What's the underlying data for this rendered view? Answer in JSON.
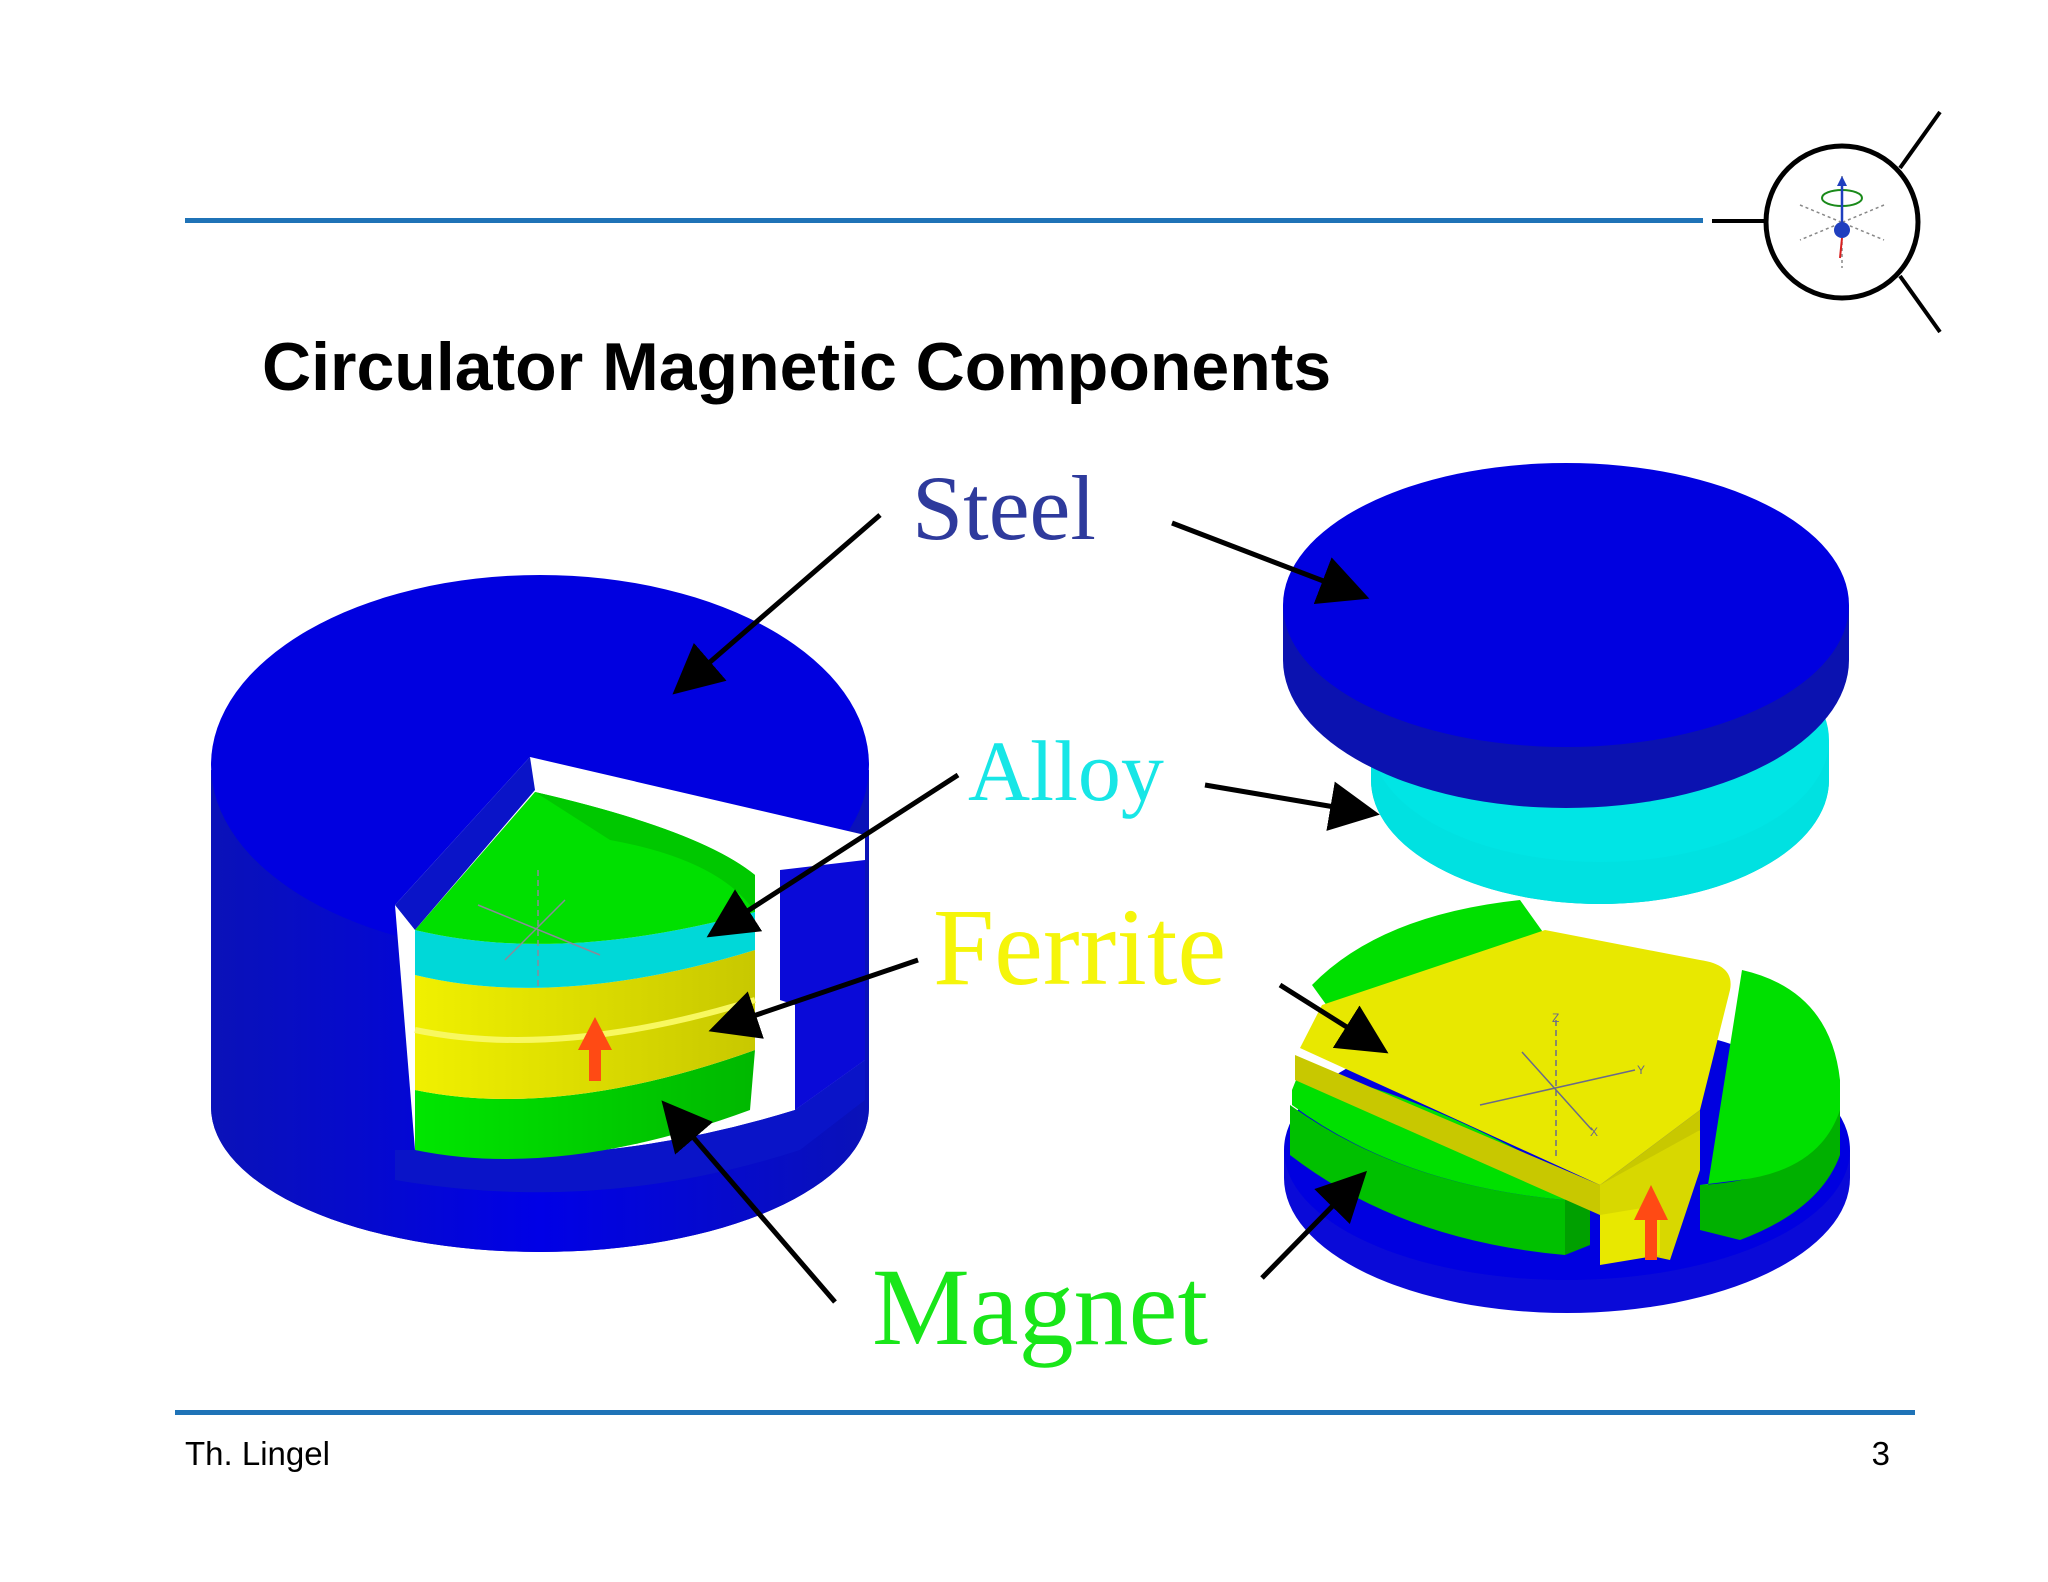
{
  "slide": {
    "title": "Circulator Magnetic Components",
    "author": "Th. Lingel",
    "page_number": "3"
  },
  "labels": {
    "steel": {
      "text": "Steel",
      "color": "#2e3a9c"
    },
    "alloy": {
      "text": "Alloy",
      "color": "#17e6e6"
    },
    "ferrite": {
      "text": "Ferrite",
      "color": "#f5f50a"
    },
    "magnet": {
      "text": "Magnet",
      "color": "#19e619"
    }
  },
  "colors": {
    "steel": "#0000e0",
    "steel_dark": "#0b12b0",
    "alloy": "#00e5e5",
    "ferrite": "#e8e800",
    "magnet": "#00e000",
    "arrow_red": "#ff4a14",
    "rule": "#1f73b7"
  },
  "axis_labels": {
    "z": "Z",
    "y": "Y",
    "x": "X"
  }
}
